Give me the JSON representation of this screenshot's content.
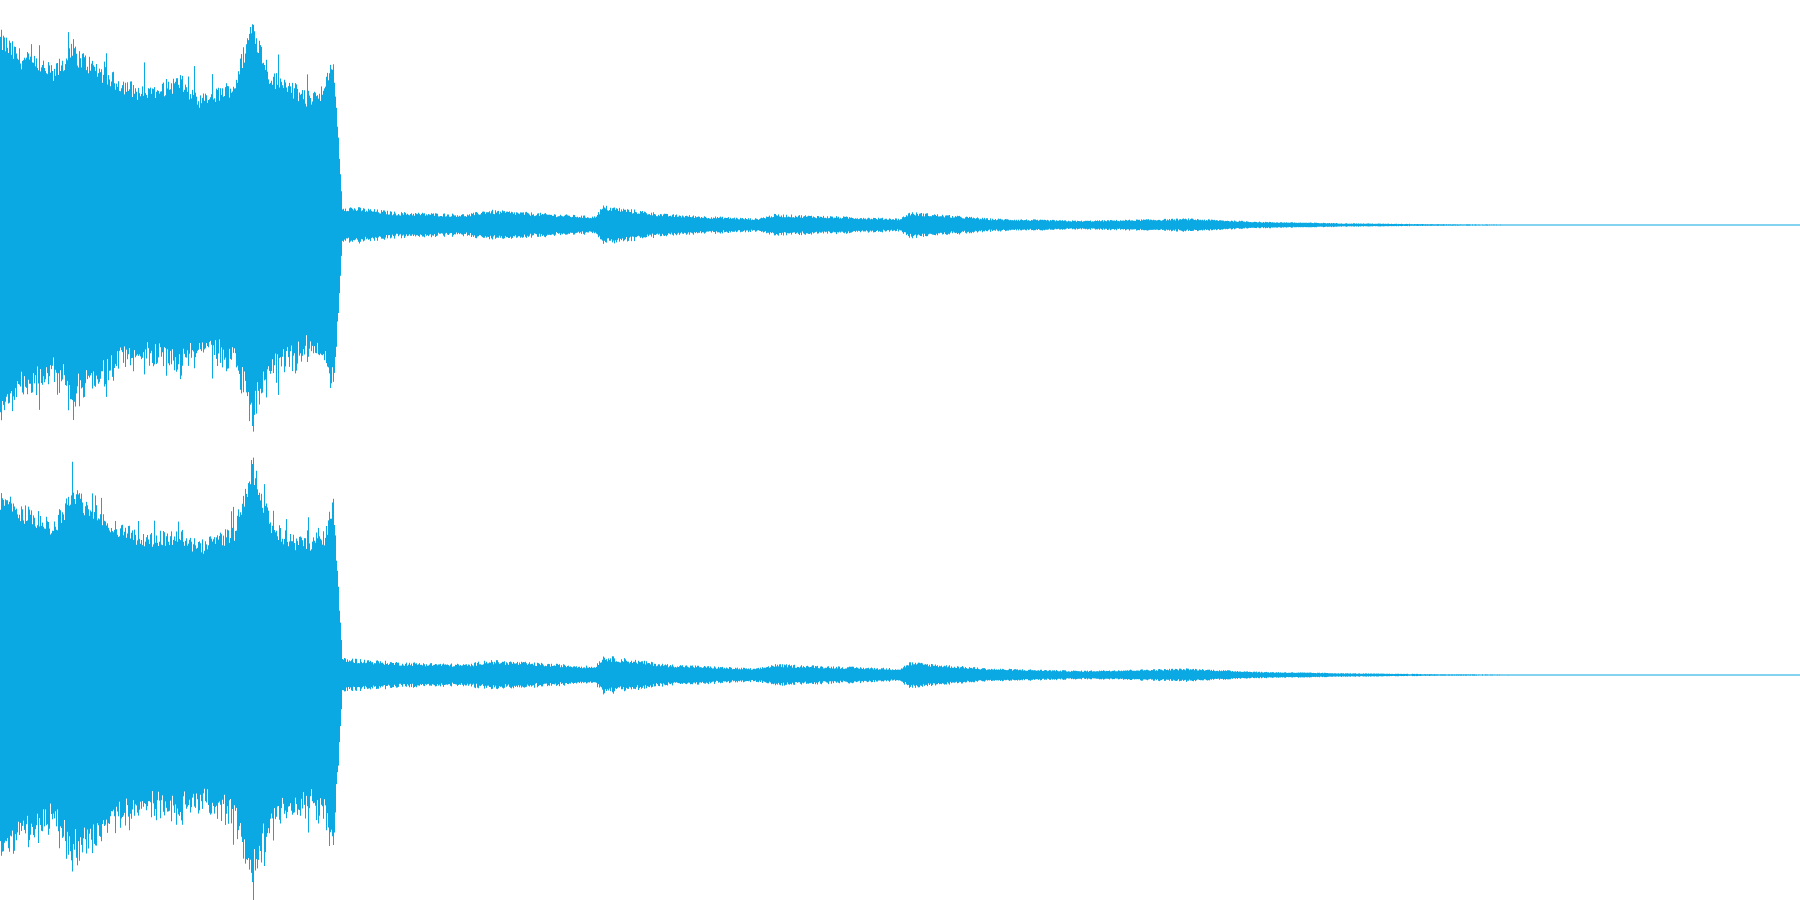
{
  "waveform": {
    "color": "#0aa9e3",
    "background": "#ffffff",
    "channels": [
      {
        "name": "",
        "envelope": [
          [
            0.0,
            0.88
          ],
          [
            0.01,
            0.8
          ],
          [
            0.03,
            0.72
          ],
          [
            0.04,
            0.82
          ],
          [
            0.06,
            0.7
          ],
          [
            0.08,
            0.62
          ],
          [
            0.1,
            0.68
          ],
          [
            0.11,
            0.58
          ],
          [
            0.13,
            0.66
          ],
          [
            0.14,
            0.95
          ],
          [
            0.15,
            0.7
          ],
          [
            0.16,
            0.66
          ],
          [
            0.17,
            0.6
          ],
          [
            0.18,
            0.64
          ],
          [
            0.185,
            0.78
          ],
          [
            0.19,
            0.09
          ],
          [
            0.22,
            0.06
          ],
          [
            0.26,
            0.05
          ],
          [
            0.27,
            0.07
          ],
          [
            0.33,
            0.04
          ],
          [
            0.335,
            0.09
          ],
          [
            0.37,
            0.05
          ],
          [
            0.42,
            0.03
          ],
          [
            0.43,
            0.05
          ],
          [
            0.5,
            0.03
          ],
          [
            0.505,
            0.06
          ],
          [
            0.55,
            0.03
          ],
          [
            0.6,
            0.02
          ],
          [
            0.66,
            0.03
          ],
          [
            0.7,
            0.015
          ],
          [
            0.75,
            0.008
          ],
          [
            0.8,
            0.004
          ],
          [
            0.85,
            0.002
          ],
          [
            0.9,
            0.001
          ],
          [
            1.0,
            0.001
          ]
        ]
      },
      {
        "name": "",
        "envelope": [
          [
            0.0,
            0.84
          ],
          [
            0.01,
            0.78
          ],
          [
            0.03,
            0.7
          ],
          [
            0.04,
            0.86
          ],
          [
            0.06,
            0.72
          ],
          [
            0.08,
            0.64
          ],
          [
            0.1,
            0.66
          ],
          [
            0.11,
            0.6
          ],
          [
            0.13,
            0.68
          ],
          [
            0.14,
            0.99
          ],
          [
            0.15,
            0.72
          ],
          [
            0.16,
            0.64
          ],
          [
            0.17,
            0.62
          ],
          [
            0.18,
            0.66
          ],
          [
            0.185,
            0.82
          ],
          [
            0.19,
            0.08
          ],
          [
            0.22,
            0.06
          ],
          [
            0.26,
            0.05
          ],
          [
            0.27,
            0.07
          ],
          [
            0.33,
            0.04
          ],
          [
            0.335,
            0.09
          ],
          [
            0.37,
            0.05
          ],
          [
            0.42,
            0.03
          ],
          [
            0.43,
            0.05
          ],
          [
            0.5,
            0.03
          ],
          [
            0.505,
            0.06
          ],
          [
            0.55,
            0.03
          ],
          [
            0.6,
            0.02
          ],
          [
            0.66,
            0.03
          ],
          [
            0.7,
            0.015
          ],
          [
            0.75,
            0.008
          ],
          [
            0.8,
            0.004
          ],
          [
            0.85,
            0.002
          ],
          [
            0.9,
            0.001
          ],
          [
            1.0,
            0.001
          ]
        ]
      }
    ]
  }
}
